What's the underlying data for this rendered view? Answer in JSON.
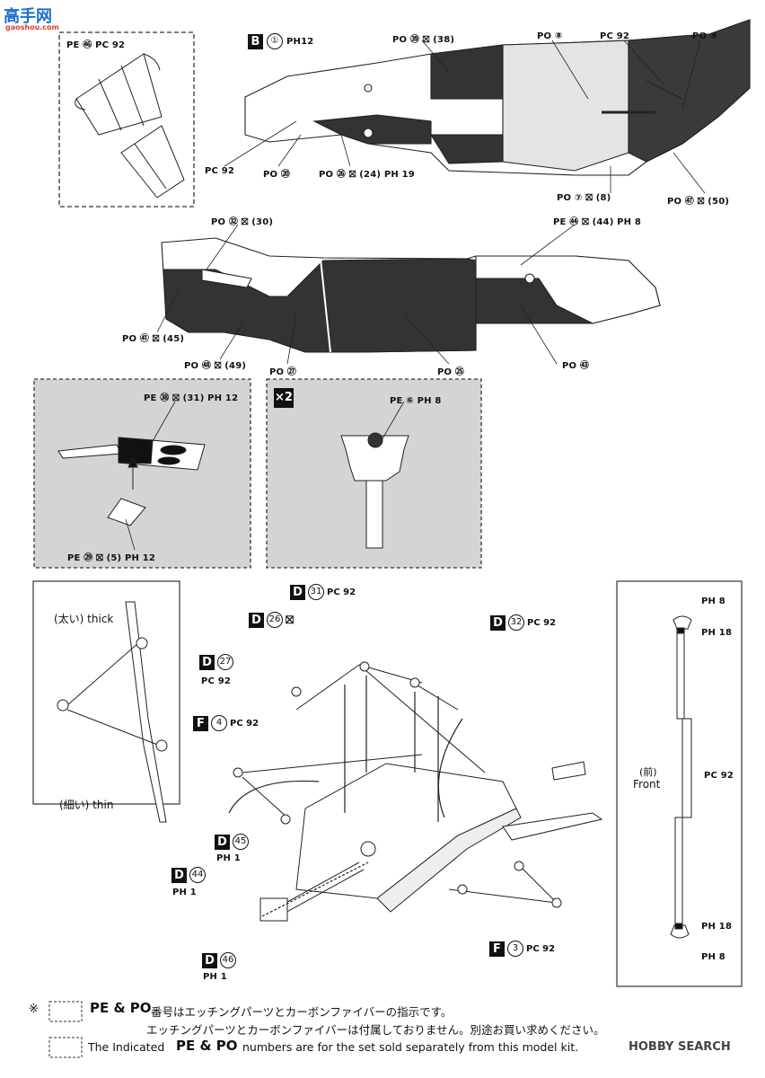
{
  "watermark_top": {
    "logo": "高手网",
    "url": "gaoshou.com"
  },
  "watermark_bottom": {
    "text": "HOBBY SEARCH"
  },
  "section_b": {
    "header": {
      "tag": "B",
      "number": "①",
      "ph": "PH12"
    },
    "labels": {
      "po39": "PO ㊴ ⛝ (38)",
      "po8": "PO ⑧",
      "pc92_top": "PC 92",
      "po9": "PO ⑨",
      "pc92_left": "PC 92",
      "po20": "PO ⑳",
      "po26": "PO ㉖ ⛝ (24) PH 19",
      "po7": "PO ⑦ ⛝ (8)",
      "po47": "PO ㊼ ⛝ (50)"
    },
    "inset_label": "PE ㊻ PC 92"
  },
  "section_fuselage": {
    "labels": {
      "po32": "PO ㉜ ⛝ (30)",
      "pe44": "PE ㊹ ⛝ (44) PH 8",
      "po41": "PO ㊶ ⛝ (45)",
      "po48": "PO ㊽ ⛝ (49)",
      "po27": "PO ㉗",
      "po25": "PO ㉕",
      "po43": "PO ㊸"
    }
  },
  "section_gray1": {
    "label_top": "PE ㊳ ⛝ (31) PH 12",
    "label_bottom": "PE ㉙ ⛝ (5) PH 12"
  },
  "section_gray2": {
    "multiplier": "×2",
    "label": "PE ⑥ PH 8"
  },
  "suspension": {
    "d31": {
      "tag": "D",
      "num": "31",
      "pc": "PC 92"
    },
    "d26": {
      "tag": "D",
      "num": "26",
      "icon": "⛝"
    },
    "d32": {
      "tag": "D",
      "num": "32",
      "pc": "PC 92"
    },
    "d27": {
      "tag": "D",
      "num": "27",
      "pc": "PC 92"
    },
    "f4": {
      "tag": "F",
      "num": "4",
      "pc": "PC 92"
    },
    "d45": {
      "tag": "D",
      "num": "45",
      "ph": "PH 1"
    },
    "d44": {
      "tag": "D",
      "num": "44",
      "ph": "PH 1"
    },
    "d46": {
      "tag": "D",
      "num": "46",
      "ph": "PH 1"
    },
    "f3": {
      "tag": "F",
      "num": "3",
      "pc": "PC 92"
    }
  },
  "left_detail": {
    "thick": "(太い) thick",
    "thin": "(細い) thin"
  },
  "right_detail": {
    "ph8_top": "PH 8",
    "ph18_top": "PH 18",
    "front_jp": "(前)",
    "front_en": "Front",
    "pc92": "PC 92",
    "ph18_bottom": "PH 18",
    "ph8_bottom": "PH 8"
  },
  "footnote": {
    "mark": "※",
    "line1_prefix": "PE & PO",
    "line1": "番号はエッチングパーツとカーボンファイバーの指示です。",
    "line2": "エッチングパーツとカーボンファイバーは付属しておりません。別途お買い求めください。",
    "line3_prefix": "The Indicated",
    "line3_codes": "PE & PO",
    "line3_suffix": "numbers are for the set sold separately from this model kit."
  }
}
